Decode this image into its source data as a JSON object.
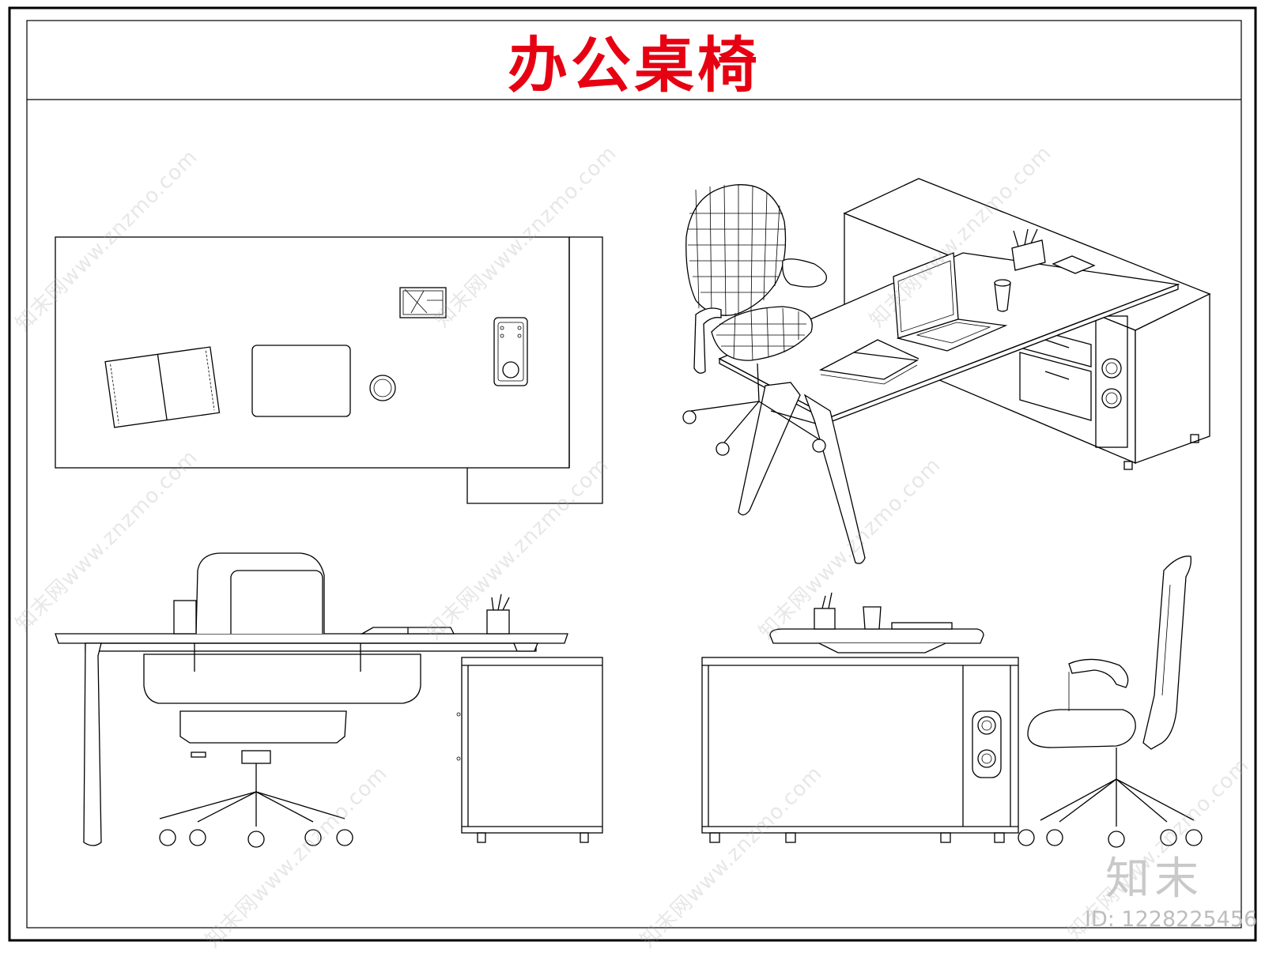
{
  "title": "办公桌椅",
  "watermark": {
    "brand": "知末",
    "id": "ID: 1228225456",
    "site": "知末网www.znzmo.com"
  },
  "colors": {
    "title": "#e60012",
    "line": "#000000",
    "watermark": "#c9c9c9"
  },
  "views": [
    "plan-view",
    "isometric-view",
    "front-elevation",
    "side-elevation"
  ]
}
